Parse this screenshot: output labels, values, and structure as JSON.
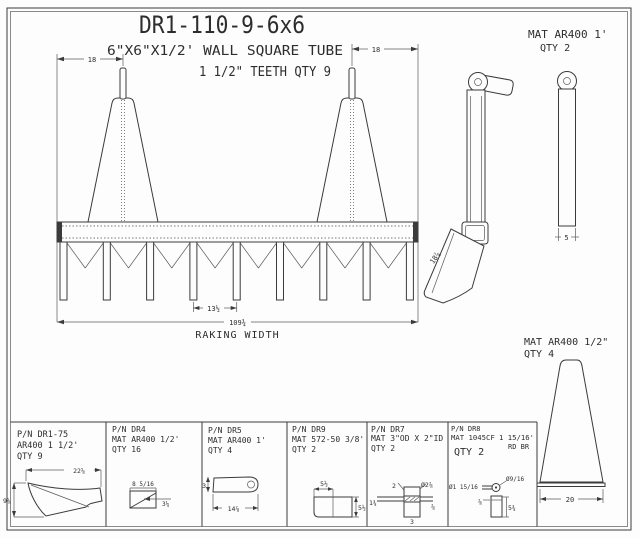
{
  "sheet": {
    "title": "DR1-110-9-6x6",
    "subtitle1": "6\"X6\"X1/2' WALL SQUARE TUBE",
    "subtitle2": "1 1/2\" TEETH QTY 9"
  },
  "front_view": {
    "dim_pin_left": "18",
    "dim_pin_right": "18",
    "dim_spacing": "13½",
    "dim_width": "109¾",
    "width_label": "RAKING WIDTH"
  },
  "side_view": {
    "mat": "MAT AR400 1'",
    "qty": "QTY 2",
    "dim_blade": "18⅞",
    "dim_end": "5"
  },
  "gusset": {
    "mat": "MAT AR400 1/2\"",
    "qty": "QTY 4",
    "dim_base": "20"
  },
  "parts": [
    {
      "pn": "P/N  DR1-75",
      "mat": "AR400 1 1/2'",
      "qty": "QTY 9",
      "dim_top": "22⅝",
      "dim_left": "9⅝"
    },
    {
      "pn": "P/N DR4",
      "mat": "MAT AR400 1/2'",
      "qty": "QTY 16",
      "dim_top": "8 5/16",
      "dim_right": "3¼"
    },
    {
      "pn": "P/N DR5",
      "mat": "MAT AR400 1'",
      "qty": "QTY 4",
      "dim_left": "3",
      "dim_bottom": "14⅞"
    },
    {
      "pn": "P/N DR9",
      "mat": "MAT 572-50 3/8'",
      "qty": "QTY 2",
      "dim_top": "5½",
      "dim_right": "5½"
    },
    {
      "pn": "P/N DR7",
      "mat": "MAT 3\"OD X 2\"ID",
      "qty": "QTY 2",
      "dim_top": "2",
      "dim_dia": "Ø2⅞",
      "dim_left": "1¾",
      "dim_right": "⅞",
      "dim_bottom": "3"
    },
    {
      "pn": "P/N DR8",
      "mat": "MAT 1045CF 1 15/16'",
      "mat2": "RD BR",
      "qty": "QTY 2",
      "dim_dia": "Ø1 15/16",
      "dim_hole": "Ø9/16",
      "dim_left": "⅞",
      "dim_right": "5¾"
    }
  ],
  "colors": {
    "line": "#3b3b3b",
    "background": "#fdfdfd"
  }
}
